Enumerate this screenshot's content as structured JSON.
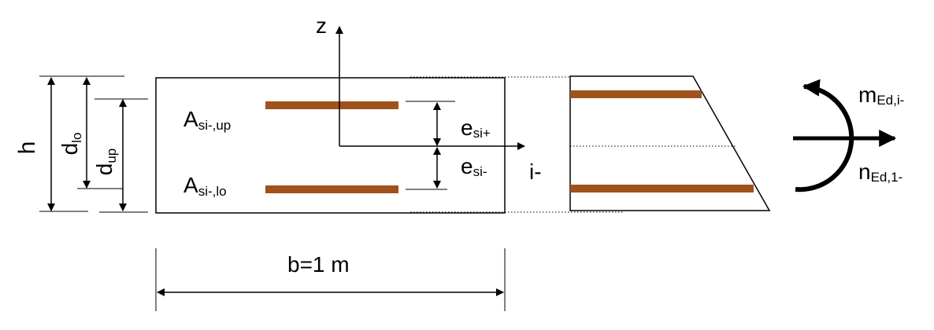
{
  "labels": {
    "z": {
      "main": "z"
    },
    "h": {
      "main": "h"
    },
    "d_lo": {
      "main": "d",
      "sub": "lo"
    },
    "d_up": {
      "main": "d",
      "sub": "up"
    },
    "as_up": {
      "main": "A",
      "sub": "si-,up"
    },
    "as_lo": {
      "main": "A",
      "sub": "si-,lo"
    },
    "e_plus": {
      "main": "e",
      "sub": "si+"
    },
    "e_minus": {
      "main": "e",
      "sub": "si-"
    },
    "axis_i": {
      "main": "i-"
    },
    "width_b": {
      "main": "b=1 m"
    },
    "m_ed": {
      "main": "m",
      "sub": "Ed,i-"
    },
    "n_ed": {
      "main": "n",
      "sub": "Ed,1-"
    }
  },
  "colors": {
    "rebar": "#A0521D",
    "line": "#000000"
  }
}
